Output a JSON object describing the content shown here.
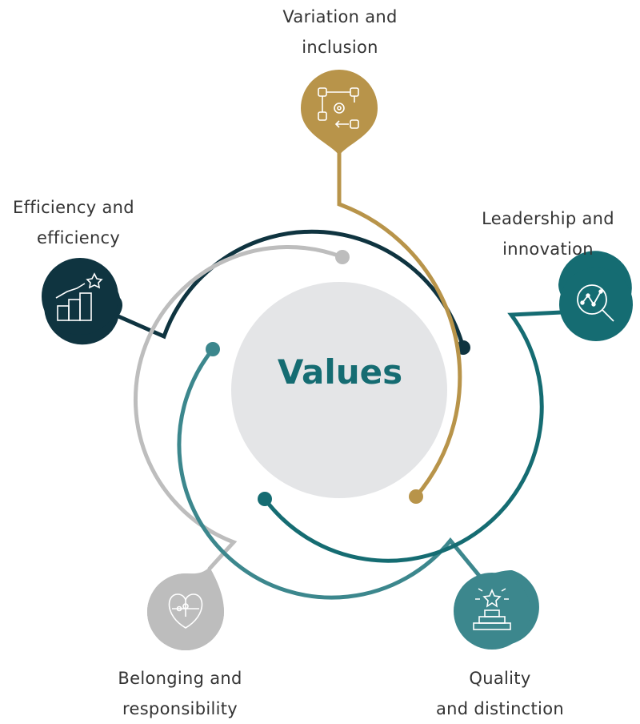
{
  "center": {
    "title": "Values"
  },
  "values": [
    {
      "id": "variation",
      "line1": "Variation and",
      "line2": "inclusion",
      "color": "#B8944A",
      "icon": "workflow-gear-icon"
    },
    {
      "id": "leadership",
      "line1": "Leadership and",
      "line2": "innovation",
      "color": "#156C72",
      "icon": "magnifier-chart-icon"
    },
    {
      "id": "quality",
      "line1": "Quality",
      "line2": "and distinction",
      "color": "#3C878D",
      "icon": "podium-star-icon"
    },
    {
      "id": "belonging",
      "line1": "Belonging and",
      "line2": "responsibility",
      "color": "#BDBDBD",
      "icon": "puzzle-heart-icon"
    },
    {
      "id": "efficiency",
      "line1": "Efficiency and",
      "line2": "efficiency",
      "color": "#0F3440",
      "icon": "growth-bars-star-icon"
    }
  ],
  "colors": {
    "center_fill": "#E4E5E7",
    "center_text": "#156C72",
    "label_text": "#333333"
  }
}
